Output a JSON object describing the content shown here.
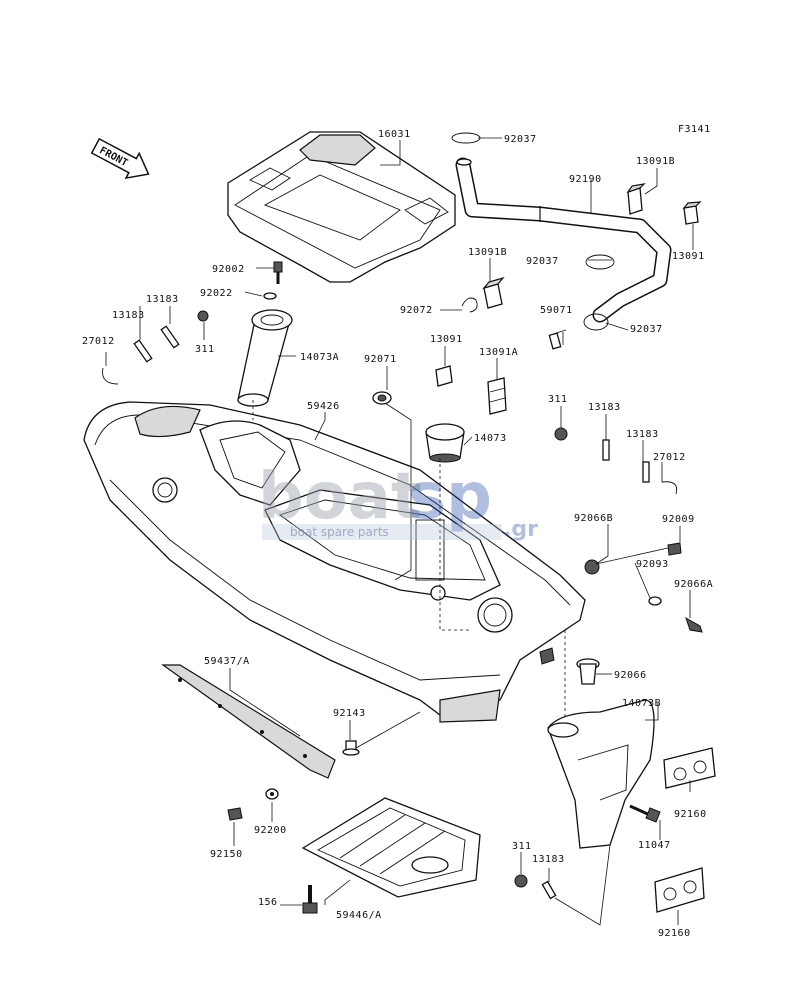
{
  "figure_code": "F3141",
  "front_label": "FRONT",
  "watermark": {
    "brand_a": "boat",
    "brand_b": "sp",
    "tagline": "boat spare parts",
    "suffix": ".gr"
  },
  "parts": [
    "16031",
    "92037",
    "92037",
    "92037",
    "92190",
    "13091B",
    "13091",
    "13091B",
    "13091",
    "13091A",
    "92002",
    "92022",
    "13183",
    "13183",
    "311",
    "27012",
    "14073A",
    "92072",
    "59071",
    "92071",
    "59426",
    "14073",
    "311",
    "13183",
    "13183",
    "27012",
    "92066B",
    "92009",
    "92093",
    "92066A",
    "59437/A",
    "92143",
    "92066",
    "14073B",
    "92160",
    "11047",
    "92200",
    "92150",
    "156",
    "59446/A",
    "311",
    "13183",
    "92160"
  ]
}
